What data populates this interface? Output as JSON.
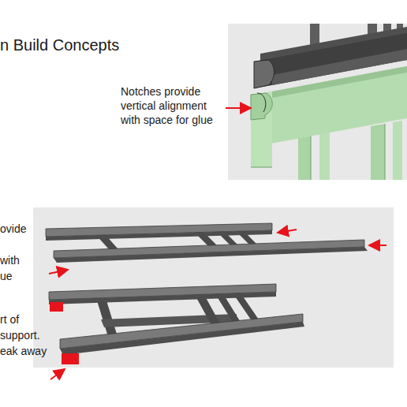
{
  "diagram": {
    "title": "n Build Concepts",
    "labels": [
      "Notches provide vertical alignment with space for glue",
      "ovide",
      "with",
      "ue",
      "rt of",
      "support.",
      "eak away"
    ]
  }
}
